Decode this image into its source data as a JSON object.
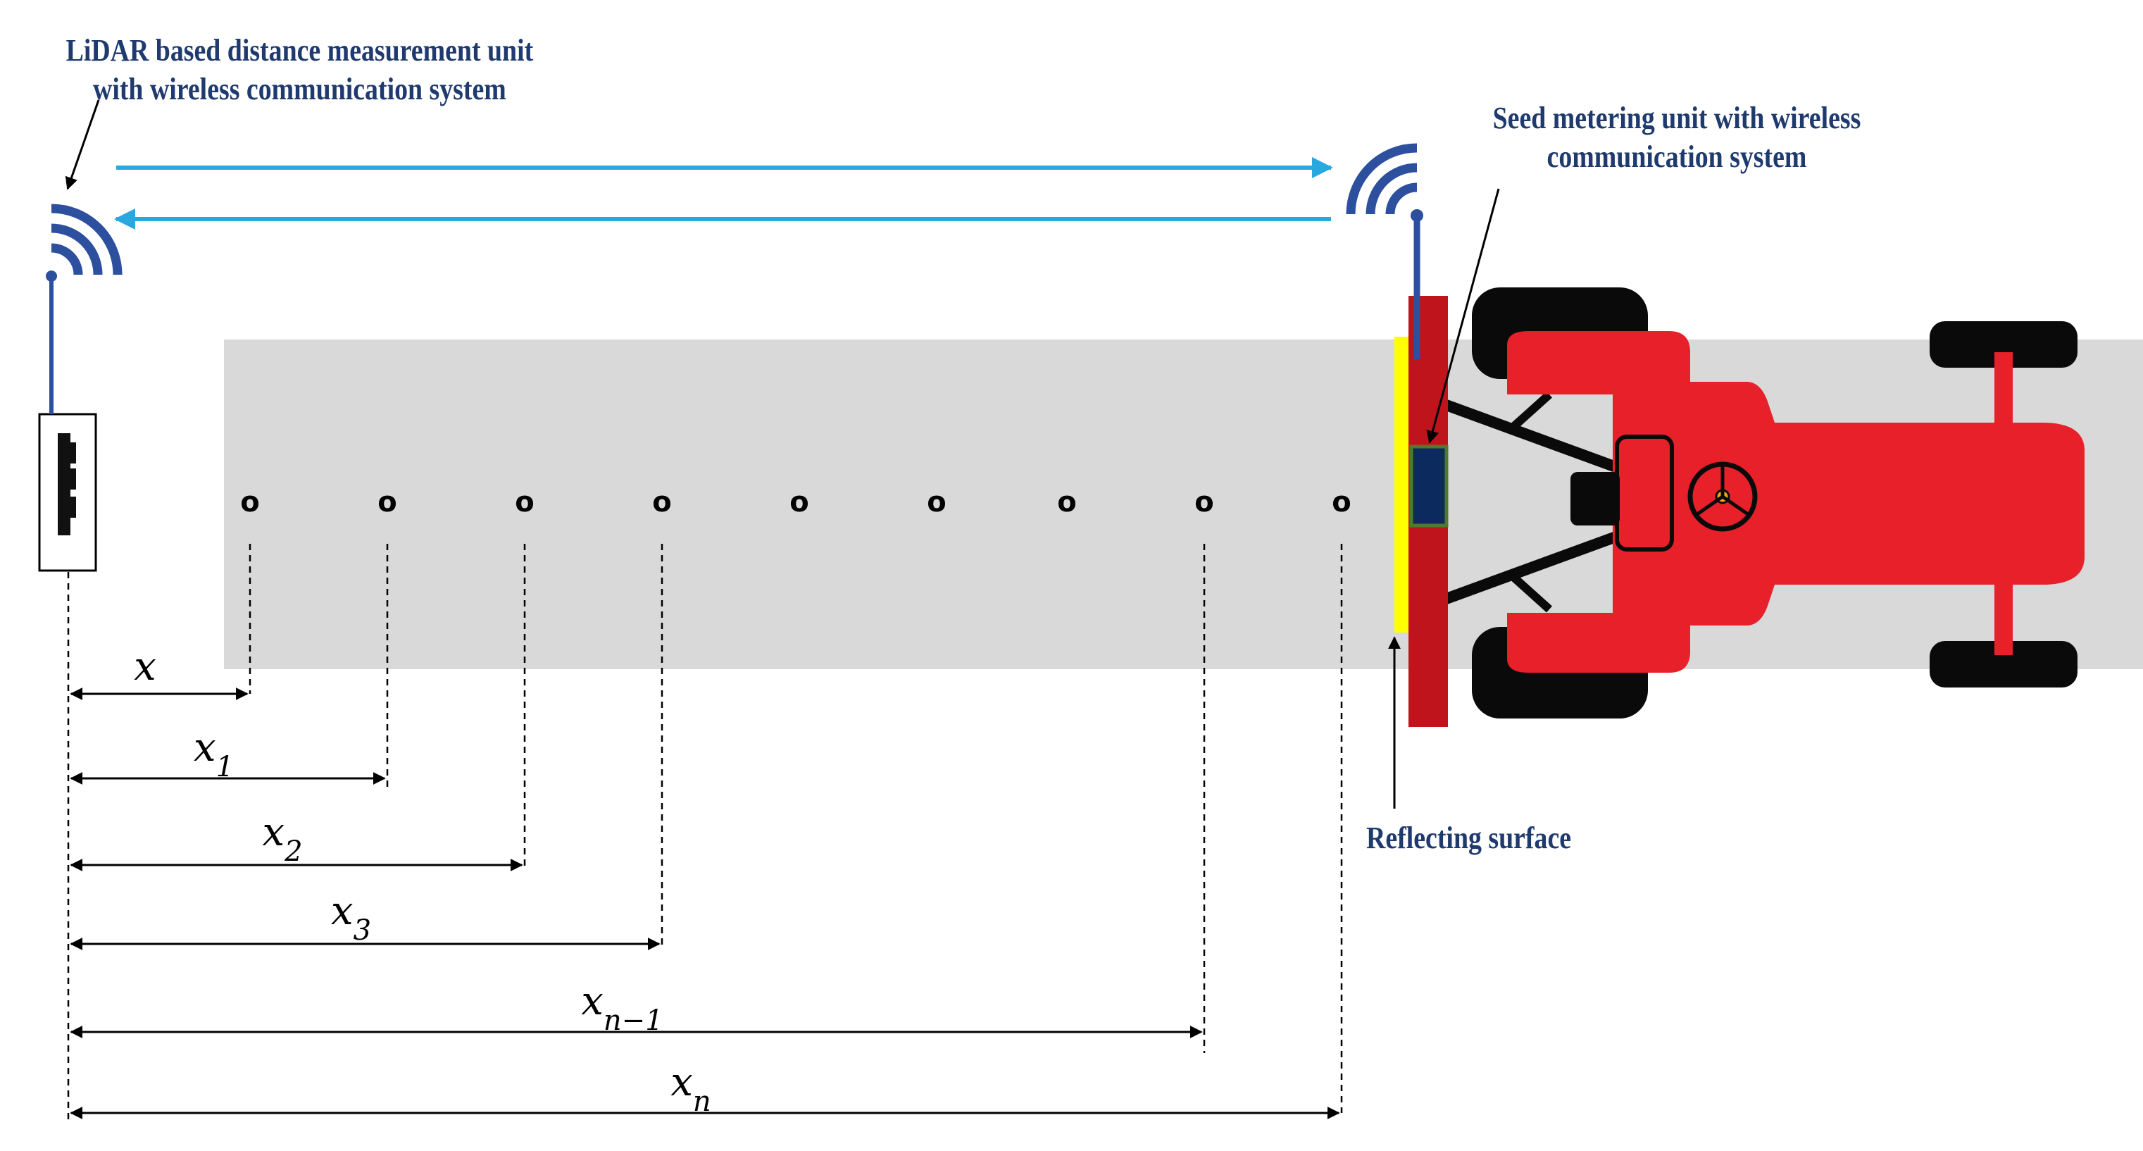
{
  "labels": {
    "lidar_unit_line1": "LiDAR based distance measurement unit",
    "lidar_unit_line2": "with wireless communication system",
    "seed_unit_line1": "Seed metering unit with wireless",
    "seed_unit_line2": "communication system",
    "reflecting_surface": "Reflecting surface"
  },
  "seed_marks": [
    "o",
    "o",
    "o",
    "o",
    "o",
    "o",
    "o",
    "o",
    "o"
  ],
  "distance_labels": [
    {
      "base": "x",
      "sub": ""
    },
    {
      "base": "x",
      "sub": "1"
    },
    {
      "base": "x",
      "sub": "2"
    },
    {
      "base": "x",
      "sub": "3"
    },
    {
      "base": "x",
      "sub": "n−1"
    },
    {
      "base": "x",
      "sub": "n"
    }
  ],
  "colors": {
    "signal_arrow": "#29a8e0",
    "antenna": "#2c4f9e",
    "field_strip": "#d9d9d9",
    "tractor_body": "#e8202a",
    "tyre": "#0a0a0a",
    "seed_frame": "#c0141c",
    "reflector": "#ffff00",
    "metering_box": "#0d2a5e",
    "caption_text": "#1f3a6e"
  },
  "icons": {
    "wifi_left": "wifi-signal-icon",
    "wifi_right": "wifi-signal-icon",
    "steering": "steering-wheel-icon"
  }
}
